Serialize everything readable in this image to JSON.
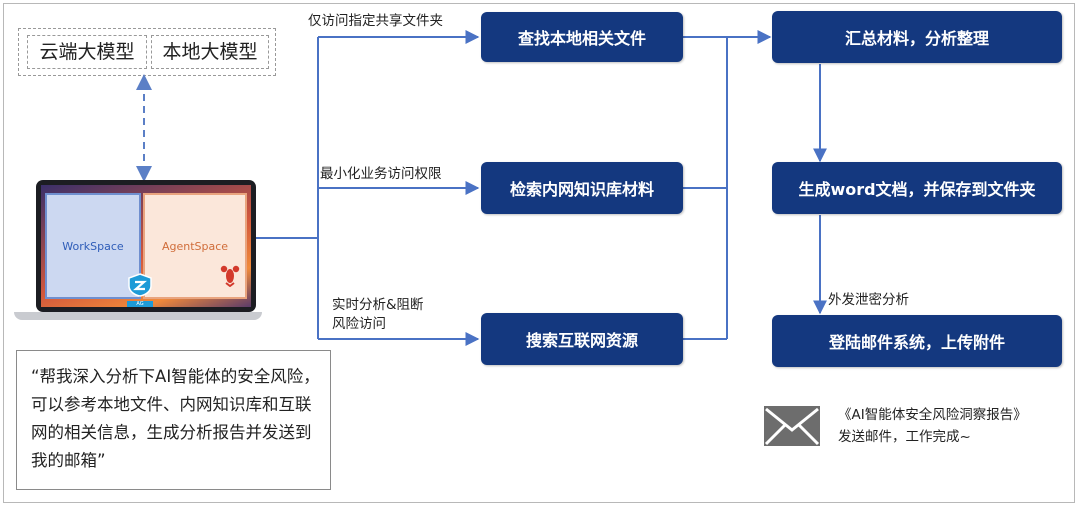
{
  "models": {
    "cloud": "云端大模型",
    "local": "本地大模型"
  },
  "laptop": {
    "workspace": "WorkSpace",
    "agentspace": "AgentSpace",
    "badge": "AG"
  },
  "prompt": "“帮我深入分析下AI智能体的安全风险，可以参考本地文件、内网知识库和互联网的相关信息，生成分析报告并发送到我的邮箱”",
  "edge_labels": {
    "shared_folder_only": "仅访问指定共享文件夹",
    "least_privilege": "最小化业务访问权限",
    "realtime_block_line1": "实时分析&阻断",
    "realtime_block_line2": "风险访问",
    "exfiltration_analysis": "外发泄密分析"
  },
  "nodes": {
    "find_local_files": "查找本地相关文件",
    "search_intranet": "检索内网知识库材料",
    "search_internet": "搜索互联网资源",
    "summarize": "汇总材料，分析整理",
    "generate_word": "生成word文档，并保存到文件夹",
    "login_email": "登陆邮件系统，上传附件"
  },
  "final": {
    "report_title": "《AI智能体安全风险洞察报告》",
    "status": "发送邮件，工作完成~"
  },
  "icons": [
    "mail-icon",
    "lobster-icon",
    "shield-logo-icon"
  ],
  "colors": {
    "node_fill": "#14387f",
    "connector": "#4a72c4",
    "dashed_arrow": "#5b7fc6"
  }
}
